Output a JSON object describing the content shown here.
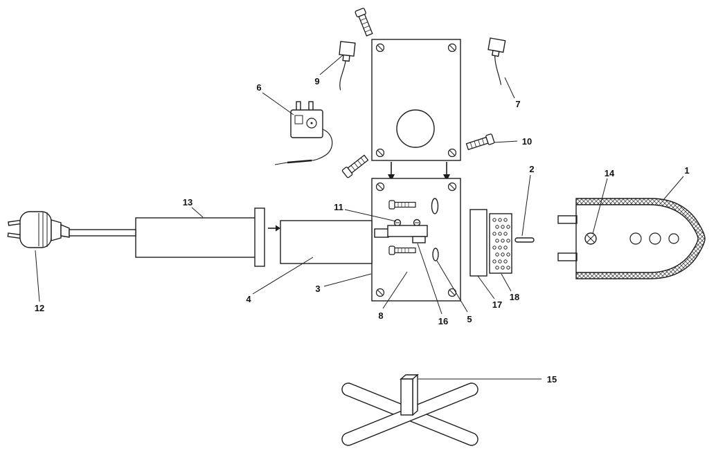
{
  "diagram": {
    "type": "exploded-parts-diagram",
    "subject": "welding-tool-parts-figure",
    "background": "#ffffff",
    "line_color": "#1c1c1c",
    "labels": {
      "1": "1",
      "2": "2",
      "3": "3",
      "4": "4",
      "5": "5",
      "6": "6",
      "7": "7",
      "8": "8",
      "9": "9",
      "10": "10",
      "11": "11",
      "12": "12",
      "13": "13",
      "14": "14",
      "15": "15",
      "16": "16",
      "17": "17",
      "18": "18"
    }
  }
}
